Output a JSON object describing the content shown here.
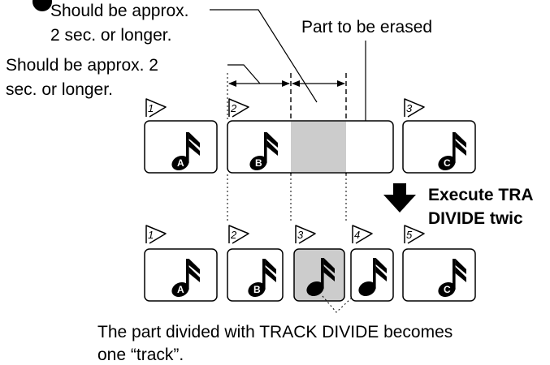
{
  "labels": {
    "note_line1": "Should be approx.",
    "note_line2": "2 sec. or longer.",
    "left_line1": "Should be approx. 2",
    "left_line2": "sec. or longer.",
    "erase_label": "Part to be erased",
    "execute_line1": "Execute TRA",
    "execute_line2": "DIVIDE twic",
    "caption_line1": "The part divided with TRACK DIVIDE becomes",
    "caption_line2": "one “track”."
  },
  "top_row": {
    "tracks": [
      {
        "number": "1",
        "badge": "A"
      },
      {
        "number": "2",
        "badge": "B"
      },
      {
        "number": "3",
        "badge": "C"
      }
    ]
  },
  "bottom_row": {
    "tracks": [
      {
        "number": "1",
        "badge": "A"
      },
      {
        "number": "2",
        "badge": "B"
      },
      {
        "number": "3",
        "badge": ""
      },
      {
        "number": "4",
        "badge": ""
      },
      {
        "number": "5",
        "badge": "C"
      }
    ]
  },
  "colors": {
    "erased_fill": "#cccccc",
    "stroke": "#000000"
  },
  "icons": {
    "note": "music-note-icon",
    "arrow": "down-arrow-icon",
    "flag": "track-flag-icon"
  }
}
